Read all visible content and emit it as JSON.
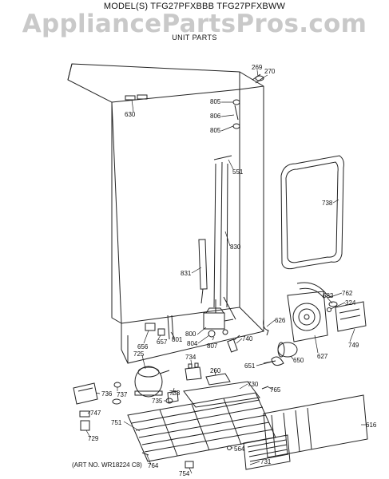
{
  "header": {
    "model_line": "MODEL(S) TFG27PFXBBB  TFG27PFXBWW",
    "watermark": "AppliancePartsPros.com",
    "section_title": "UNIT PARTS"
  },
  "footer": {
    "art_no": "(ART NO. WR18224 C8)"
  },
  "callouts": [
    {
      "id": "c269",
      "text": "269"
    },
    {
      "id": "c270",
      "text": "270"
    },
    {
      "id": "c630",
      "text": "630"
    },
    {
      "id": "c805a",
      "text": "805"
    },
    {
      "id": "c806",
      "text": "806"
    },
    {
      "id": "c805b",
      "text": "805"
    },
    {
      "id": "c551",
      "text": "551"
    },
    {
      "id": "c738",
      "text": "738"
    },
    {
      "id": "c830",
      "text": "830"
    },
    {
      "id": "c831",
      "text": "831"
    },
    {
      "id": "c762",
      "text": "762"
    },
    {
      "id": "c683",
      "text": "683"
    },
    {
      "id": "c324",
      "text": "324"
    },
    {
      "id": "c626",
      "text": "626"
    },
    {
      "id": "c749",
      "text": "749"
    },
    {
      "id": "c627",
      "text": "627"
    },
    {
      "id": "c656",
      "text": "656"
    },
    {
      "id": "c657",
      "text": "657"
    },
    {
      "id": "c801",
      "text": "801"
    },
    {
      "id": "c800",
      "text": "800"
    },
    {
      "id": "c804",
      "text": "804"
    },
    {
      "id": "c807",
      "text": "807"
    },
    {
      "id": "c740",
      "text": "740"
    },
    {
      "id": "c650",
      "text": "650"
    },
    {
      "id": "c725",
      "text": "725"
    },
    {
      "id": "c734",
      "text": "734"
    },
    {
      "id": "c651",
      "text": "651"
    },
    {
      "id": "c260",
      "text": "260"
    },
    {
      "id": "c733",
      "text": "733"
    },
    {
      "id": "c736",
      "text": "736"
    },
    {
      "id": "c737",
      "text": "737"
    },
    {
      "id": "c735",
      "text": "735"
    },
    {
      "id": "c730",
      "text": "730"
    },
    {
      "id": "c765",
      "text": "765"
    },
    {
      "id": "c747",
      "text": "747"
    },
    {
      "id": "c729",
      "text": "729"
    },
    {
      "id": "c751",
      "text": "751"
    },
    {
      "id": "c616",
      "text": "616"
    },
    {
      "id": "c564",
      "text": "564"
    },
    {
      "id": "c764",
      "text": "764"
    },
    {
      "id": "c754",
      "text": "754"
    },
    {
      "id": "c731",
      "text": "731"
    }
  ]
}
